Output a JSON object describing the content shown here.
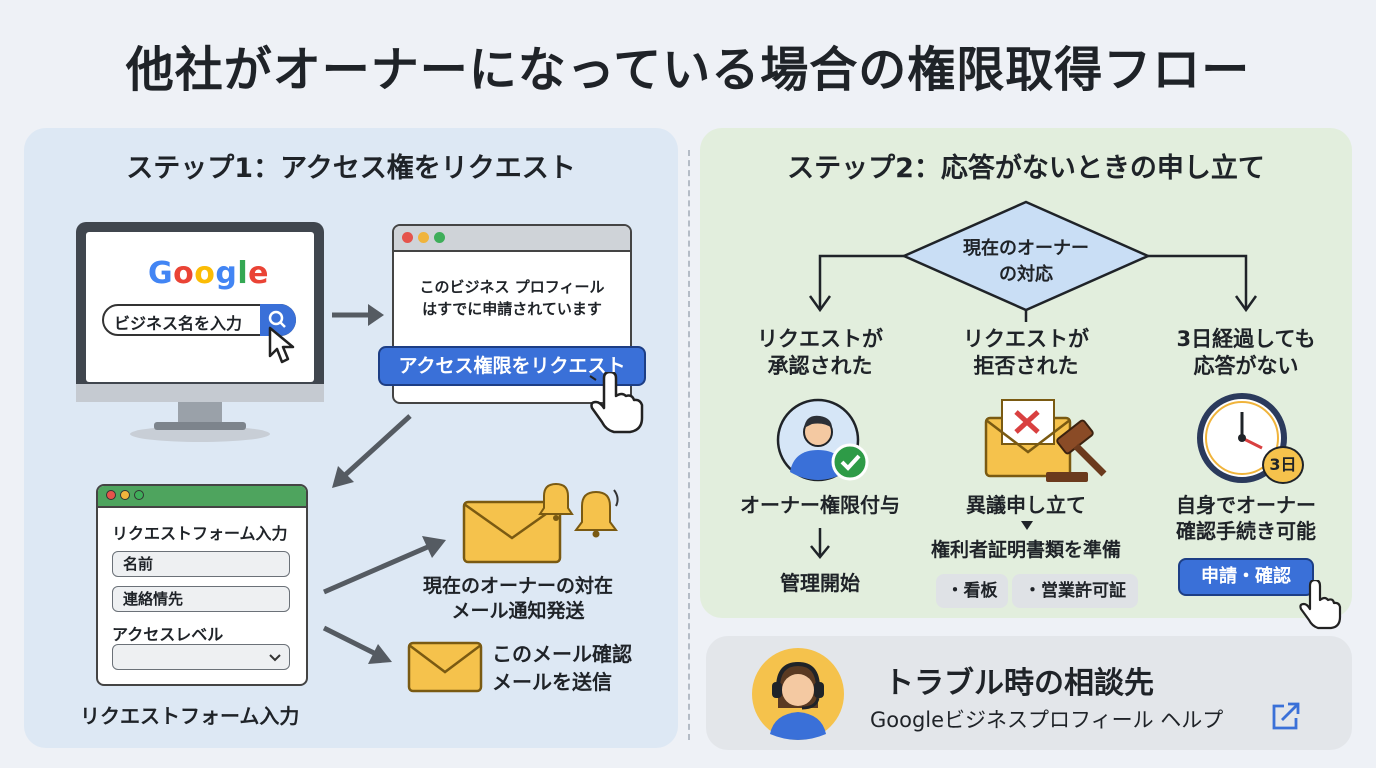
{
  "title": "他社がオーナーになっている場合の権限取得フロー",
  "step1": {
    "title": "ステップ1：アクセス権をリクエスト",
    "google_logo": "Google",
    "search_placeholder": "ビジネス名を入力",
    "popup_message_line1": "このビジネス プロフィール",
    "popup_message_line2": "はすでに申請されています",
    "request_button": "アクセス権限をリクエスト",
    "form": {
      "heading": "リクエストフォーム入力",
      "name_field": "名前",
      "contact_field": "連絡情先",
      "access_level_label": "アクセスレベル",
      "caption": "リクエストフォーム入力"
    },
    "notify": {
      "line1": "現在のオーナーの対在",
      "line2": "メール通知発送"
    },
    "confirm": {
      "line1": "このメール確認",
      "line2": "メールを送信"
    }
  },
  "step2": {
    "title": "ステップ2：応答がないときの申し立て",
    "decision": {
      "line1": "現在のオーナー",
      "line2": "の対応"
    },
    "approved": {
      "line1": "リクエストが",
      "line2": "承認された",
      "result": "オーナー権限付与",
      "next": "管理開始"
    },
    "rejected": {
      "line1": "リクエストが",
      "line2": "拒否された",
      "result": "異議申し立て",
      "next": "権利者証明書類を準備",
      "tags": [
        "・看板",
        "・営業許可証"
      ]
    },
    "no_response": {
      "line1": "3日経過しても",
      "line2": "応答がない",
      "badge": "3日",
      "result_line1": "自身でオーナー",
      "result_line2": "確認手続き可能",
      "button": "申請・確認"
    }
  },
  "help": {
    "title": "トラブル時の相談先",
    "link": "Googleビジネスプロフィール ヘルプ"
  },
  "colors": {
    "panel1_bg": "#dde8f4",
    "panel2_bg": "#e2eedd",
    "accent_blue": "#3a70d8",
    "envelope": "#f5c24c",
    "check_green": "#2e9b47",
    "reject_red": "#d94040"
  }
}
